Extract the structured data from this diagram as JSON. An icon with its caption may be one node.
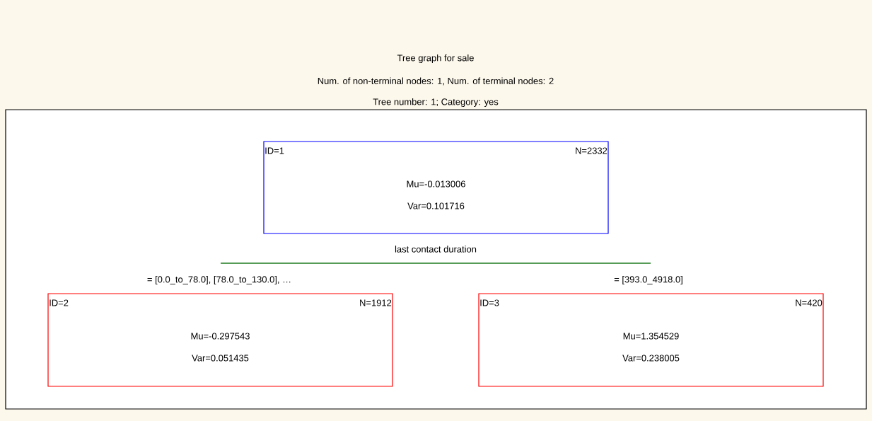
{
  "diagram": {
    "title": "Tree graph for sale",
    "nodes": [
      {
        "text": [
          "ID=1",
          "N=2332",
          "Mu=-0.013006",
          "Var=0.101716"
        ]
      },
      {
        "text": [
          "ID=2",
          "N=1912",
          "Mu=-0.297543",
          "Var=0.051435"
        ]
      },
      {
        "text": [
          "ID=3",
          "N=420",
          "Mu=1.354529",
          "Var=0.238005"
        ]
      }
    ],
    "labels": [
      "Num. of non-terminal nodes: 1,  Num. of terminal nodes: 2",
      "Tree number: 1; Category: yes",
      "last contact duration",
      "= [0.0_to_78.0], [78.0_to_130.0], …",
      "= [393.0_4918.0]"
    ]
  }
}
